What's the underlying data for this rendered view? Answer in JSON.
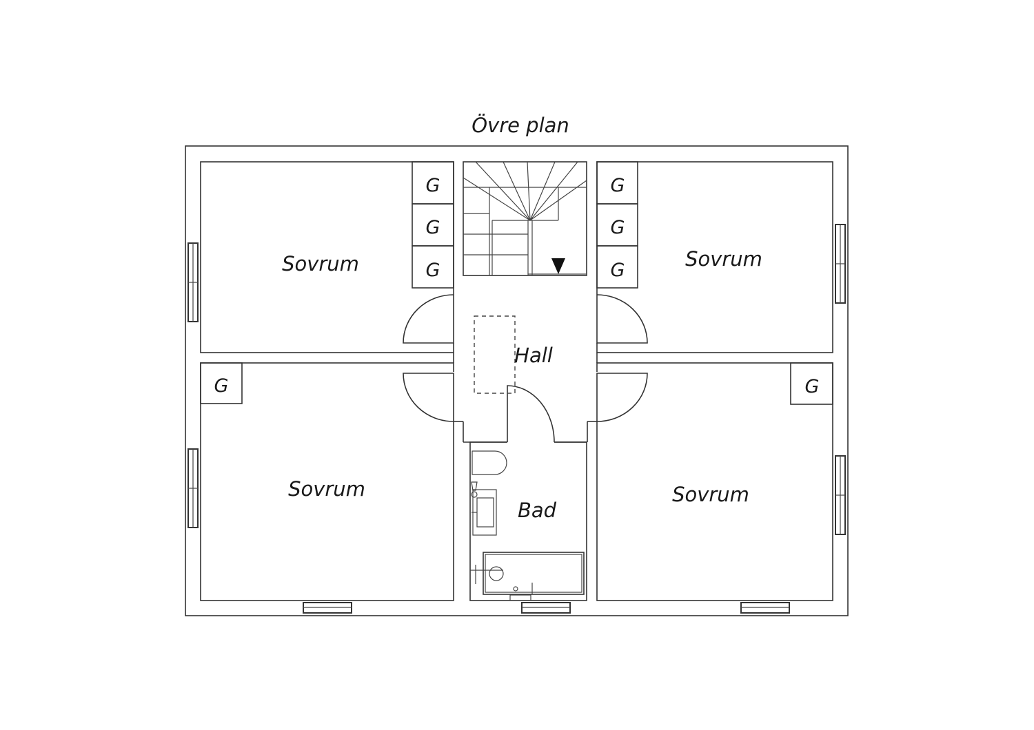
{
  "plan": {
    "title": "Övre plan",
    "rooms": {
      "bedroom_top_left": "Sovrum",
      "bedroom_top_right": "Sovrum",
      "bedroom_bottom_left": "Sovrum",
      "bedroom_bottom_right": "Sovrum",
      "hall": "Hall",
      "bath": "Bad"
    },
    "wardrobe_label": "G"
  }
}
